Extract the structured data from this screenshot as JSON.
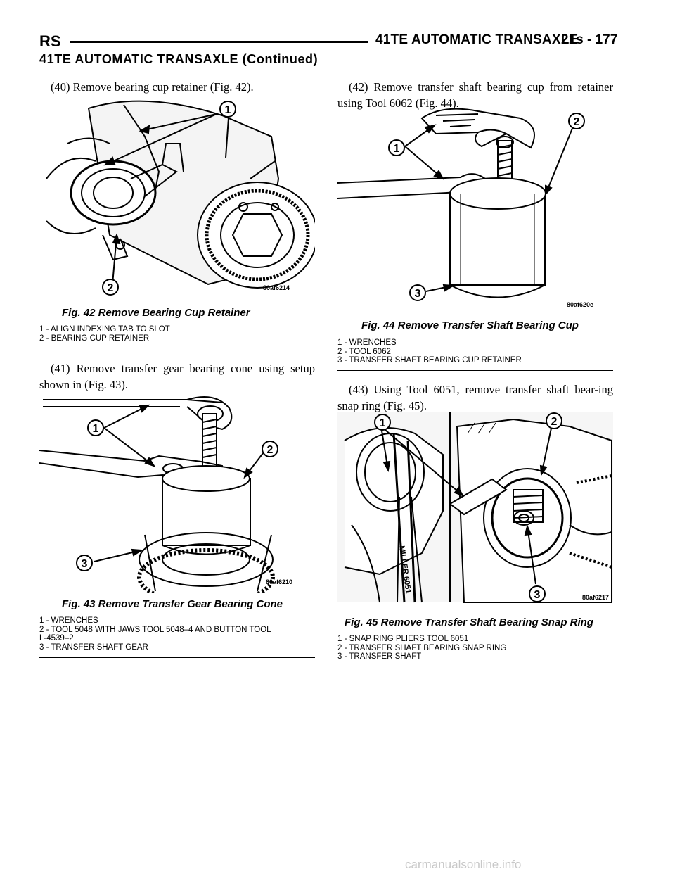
{
  "header": {
    "section": "RS",
    "title": "41TE AUTOMATIC TRANSAXLE",
    "page": "21s - 177"
  },
  "continued_title": "41TE AUTOMATIC TRANSAXLE (Continued)",
  "steps": {
    "s40": "(40) Remove bearing cup retainer (Fig. 42).",
    "s41": "(41) Remove transfer gear bearing cone using setup shown in (Fig. 43).",
    "s42": "(42) Remove transfer shaft bearing cup from retainer using Tool 6062 (Fig. 44).",
    "s43": "(43) Using Tool 6051, remove transfer shaft bear-ing snap ring (Fig. 45)."
  },
  "figures": {
    "fig42": {
      "code": "80af6214",
      "caption": "Fig. 42 Remove Bearing Cup Retainer",
      "legend": [
        "1 - ALIGN INDEXING TAB TO SLOT",
        "2 - BEARING CUP RETAINER"
      ],
      "callouts": [
        "1",
        "2"
      ]
    },
    "fig43": {
      "code": "80af6210",
      "caption": "Fig. 43 Remove Transfer Gear Bearing Cone",
      "legend": [
        "1 - WRENCHES",
        "2 - TOOL 5048 WITH JAWS TOOL 5048–4 AND BUTTON TOOL\nL-4539–2",
        "3 - TRANSFER SHAFT GEAR"
      ],
      "callouts": [
        "1",
        "2",
        "3"
      ]
    },
    "fig44": {
      "code": "80af620e",
      "caption": "Fig. 44 Remove Transfer Shaft Bearing Cup",
      "legend": [
        "1 - WRENCHES",
        "2 - TOOL 6062",
        "3 - TRANSFER SHAFT BEARING CUP RETAINER"
      ],
      "callouts": [
        "1",
        "2",
        "3"
      ]
    },
    "fig45": {
      "code": "80af6217",
      "caption": "Fig. 45 Remove Transfer Shaft Bearing Snap Ring",
      "legend": [
        "1 - SNAP RING PLIERS TOOL 6051",
        "2 - TRANSFER SHAFT BEARING SNAP RING",
        "3 - TRANSFER SHAFT"
      ],
      "callouts": [
        "1",
        "2",
        "3"
      ],
      "tool_text": "MILLER 6051"
    }
  },
  "footer": "carmanualsonline.info"
}
